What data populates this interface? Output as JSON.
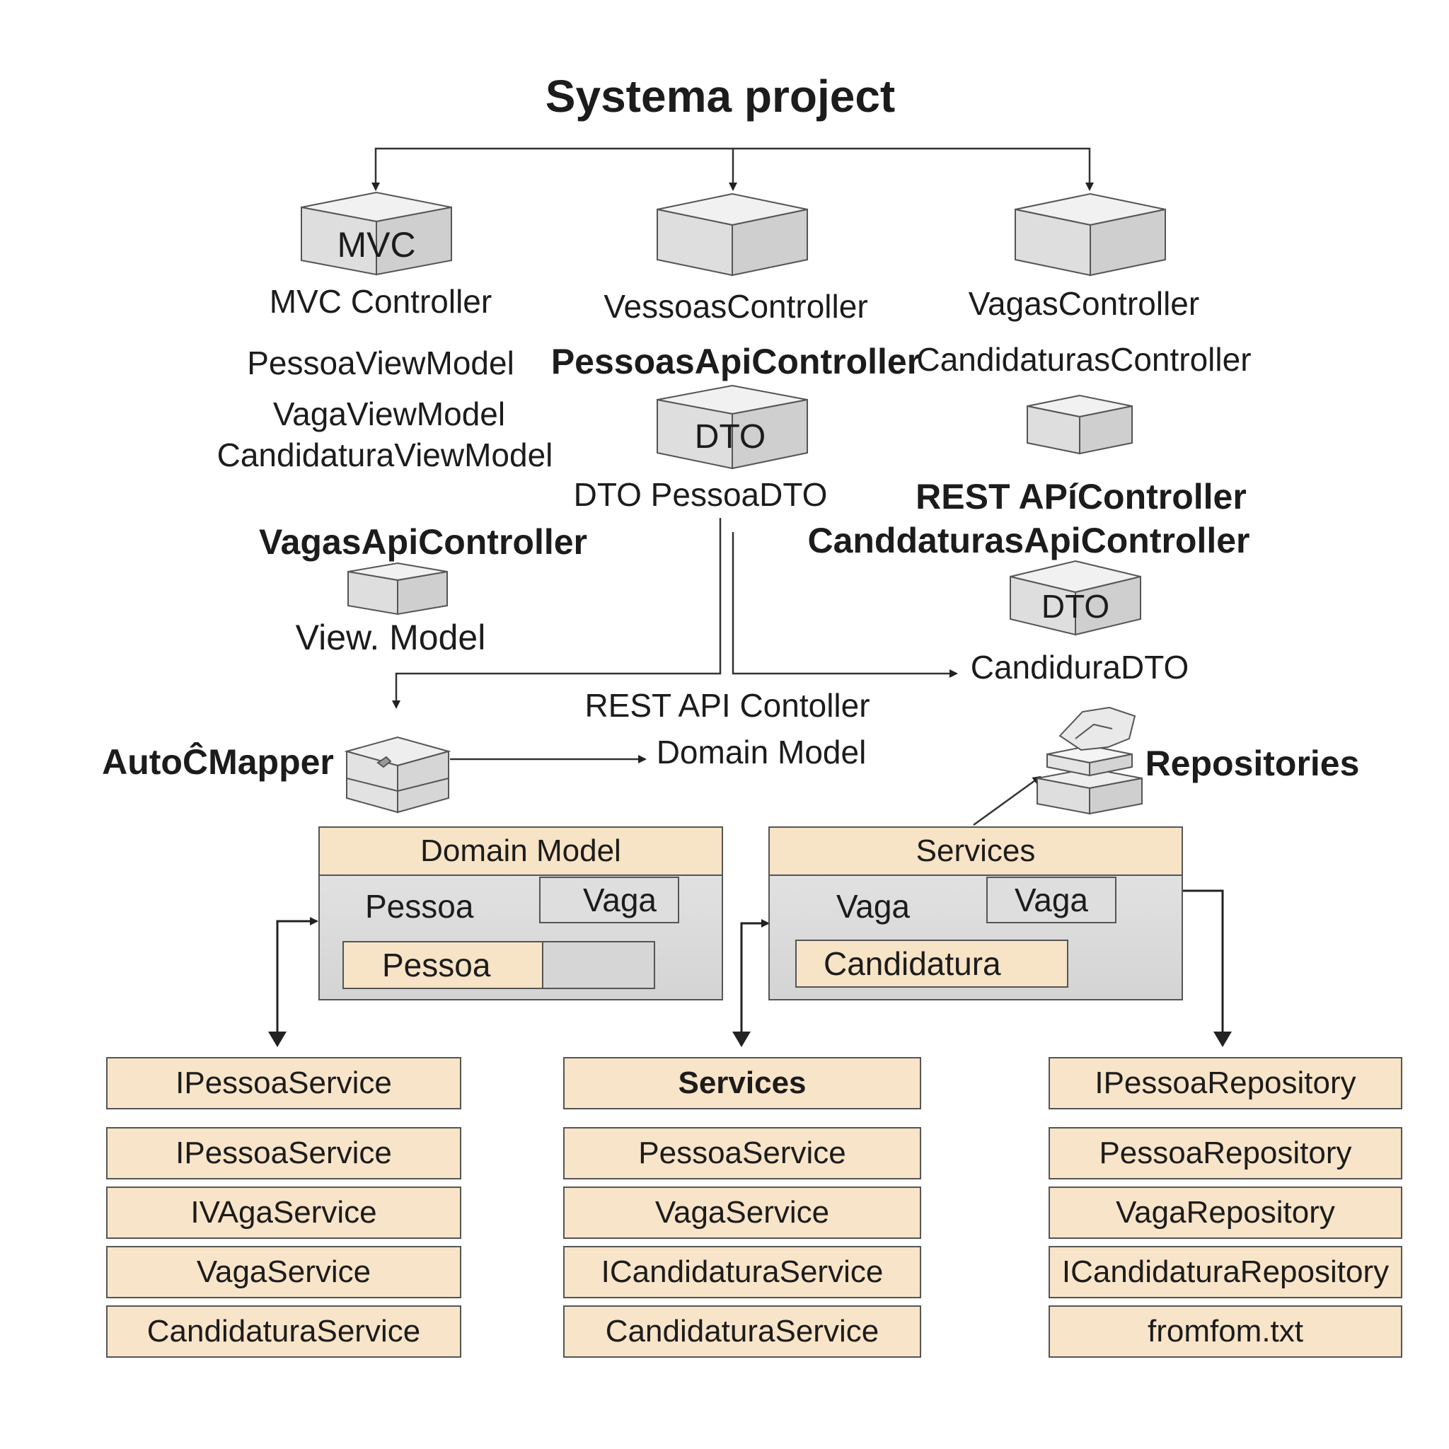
{
  "title": "Systema project",
  "top_labels": {
    "mvc_cube": "MVC",
    "mvc_controller": "MVC Controller",
    "vessoas_controller": "VessoasController",
    "vagas_controller": "VagasController",
    "pessoa_viewmodel": "PessoaViewModel",
    "pessoas_api_controller": "PessoasApiController",
    "candidaturas_controller": "CandidaturasController",
    "vaga_viewmodel": "VagaViewModel",
    "candidatura_viewmodel": "CandidaturaViewModel",
    "dto_cube_center": "DTO",
    "dto_pessoadto": "DTO PessoaDTO",
    "rest_api_controller_right": "REST APíController",
    "vagas_api_controller": "VagasApiController",
    "candidaturas_api_controller": "CanddaturasApiController",
    "dto_cube_right": "DTO",
    "view_model": "View. Model",
    "candidura_dto": "CandiduraDTO",
    "rest_api_contoller": "REST API Contoller",
    "automapper": "AutoĈMapper",
    "domain_model_label": "Domain Model",
    "repositories": "Repositories"
  },
  "domain_panel": {
    "header": "Domain Model",
    "cell_pessoa_top": "Pessoa",
    "cell_vaga": "Vaga",
    "cell_pessoa_bottom": "Pessoa"
  },
  "services_panel": {
    "header": "Services",
    "cell_vaga_left": "Vaga",
    "cell_vaga_right": "Vaga",
    "cell_candidatura": "Candidatura"
  },
  "columns": {
    "left": [
      "IPessoaService",
      "IPessoaService",
      "IVAgaService",
      "VagaService",
      "CandidaturaService"
    ],
    "middle": [
      "Services",
      "PessoaService",
      "VagaService",
      "ICandidaturaService",
      "CandidaturaService"
    ],
    "right": [
      "IPessoaRepository",
      "PessoaRepository",
      "VagaRepository",
      "ICandidaturaRepository",
      "fromfom.txt"
    ]
  },
  "colors": {
    "box_fill": "#f8e4c8",
    "panel_fill": "#dcdcdc",
    "cube_fill": "#e0e0e0",
    "line": "#222222"
  }
}
